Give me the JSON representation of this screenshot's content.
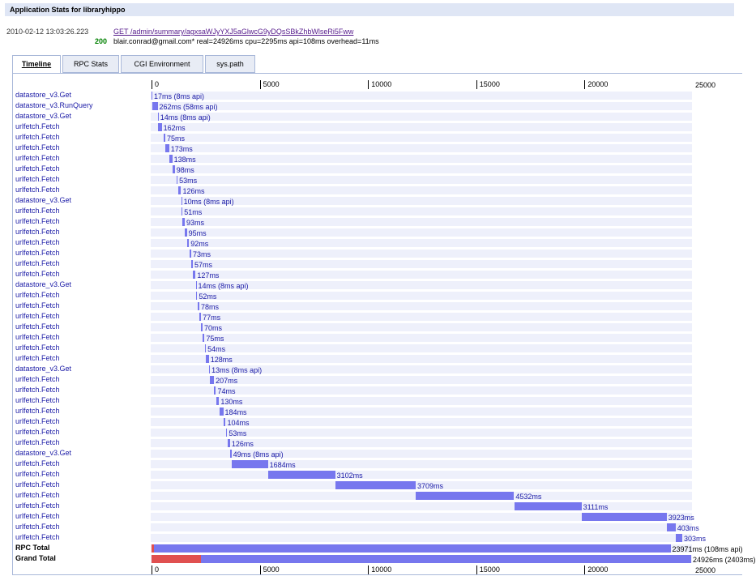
{
  "title": "Application Stats for libraryhippo",
  "request": {
    "timestamp": "2010-02-12 13:03:26.223",
    "link": "GET /admin/summary/agxsaWJyYXJ5aGlwcG9yDQsSBkZhbWlseRi5Fww",
    "status": "200",
    "meta": "blair.conrad@gmail.com* real=24926ms cpu=2295ms api=108ms overhead=11ms"
  },
  "tabs": [
    {
      "label": "Timeline",
      "active": true
    },
    {
      "label": "RPC Stats",
      "active": false
    },
    {
      "label": "CGI Environment",
      "active": false
    },
    {
      "label": "sys.path",
      "active": false
    }
  ],
  "axis": {
    "ticks": [
      "0",
      "5000",
      "10000",
      "15000",
      "20000"
    ],
    "end_label": "25000",
    "max": 25000
  },
  "rows": [
    {
      "name": "datastore_v3.Get",
      "start": 0,
      "dur": 17,
      "label": "17ms (8ms api)"
    },
    {
      "name": "datastore_v3.RunQuery",
      "start": 20,
      "dur": 262,
      "label": "262ms (58ms api)"
    },
    {
      "name": "datastore_v3.Get",
      "start": 290,
      "dur": 14,
      "label": "14ms (8ms api)"
    },
    {
      "name": "urlfetch.Fetch",
      "start": 310,
      "dur": 162,
      "label": "162ms"
    },
    {
      "name": "urlfetch.Fetch",
      "start": 560,
      "dur": 75,
      "label": "75ms"
    },
    {
      "name": "urlfetch.Fetch",
      "start": 640,
      "dur": 173,
      "label": "173ms"
    },
    {
      "name": "urlfetch.Fetch",
      "start": 820,
      "dur": 138,
      "label": "138ms"
    },
    {
      "name": "urlfetch.Fetch",
      "start": 980,
      "dur": 98,
      "label": "98ms"
    },
    {
      "name": "urlfetch.Fetch",
      "start": 1150,
      "dur": 53,
      "label": "53ms"
    },
    {
      "name": "urlfetch.Fetch",
      "start": 1240,
      "dur": 126,
      "label": "126ms"
    },
    {
      "name": "datastore_v3.Get",
      "start": 1370,
      "dur": 10,
      "label": "10ms (8ms api)"
    },
    {
      "name": "urlfetch.Fetch",
      "start": 1380,
      "dur": 51,
      "label": "51ms"
    },
    {
      "name": "urlfetch.Fetch",
      "start": 1440,
      "dur": 93,
      "label": "93ms"
    },
    {
      "name": "urlfetch.Fetch",
      "start": 1540,
      "dur": 95,
      "label": "95ms"
    },
    {
      "name": "urlfetch.Fetch",
      "start": 1640,
      "dur": 92,
      "label": "92ms"
    },
    {
      "name": "urlfetch.Fetch",
      "start": 1760,
      "dur": 73,
      "label": "73ms"
    },
    {
      "name": "urlfetch.Fetch",
      "start": 1850,
      "dur": 57,
      "label": "57ms"
    },
    {
      "name": "urlfetch.Fetch",
      "start": 1910,
      "dur": 127,
      "label": "127ms"
    },
    {
      "name": "datastore_v3.Get",
      "start": 2040,
      "dur": 14,
      "label": "14ms (8ms api)"
    },
    {
      "name": "urlfetch.Fetch",
      "start": 2060,
      "dur": 52,
      "label": "52ms"
    },
    {
      "name": "urlfetch.Fetch",
      "start": 2130,
      "dur": 78,
      "label": "78ms"
    },
    {
      "name": "urlfetch.Fetch",
      "start": 2210,
      "dur": 77,
      "label": "77ms"
    },
    {
      "name": "urlfetch.Fetch",
      "start": 2290,
      "dur": 70,
      "label": "70ms"
    },
    {
      "name": "urlfetch.Fetch",
      "start": 2370,
      "dur": 75,
      "label": "75ms"
    },
    {
      "name": "urlfetch.Fetch",
      "start": 2460,
      "dur": 54,
      "label": "54ms"
    },
    {
      "name": "urlfetch.Fetch",
      "start": 2520,
      "dur": 128,
      "label": "128ms"
    },
    {
      "name": "datastore_v3.Get",
      "start": 2660,
      "dur": 13,
      "label": "13ms (8ms api)"
    },
    {
      "name": "urlfetch.Fetch",
      "start": 2680,
      "dur": 207,
      "label": "207ms"
    },
    {
      "name": "urlfetch.Fetch",
      "start": 2900,
      "dur": 74,
      "label": "74ms"
    },
    {
      "name": "urlfetch.Fetch",
      "start": 2990,
      "dur": 130,
      "label": "130ms"
    },
    {
      "name": "urlfetch.Fetch",
      "start": 3130,
      "dur": 184,
      "label": "184ms"
    },
    {
      "name": "urlfetch.Fetch",
      "start": 3320,
      "dur": 104,
      "label": "104ms"
    },
    {
      "name": "urlfetch.Fetch",
      "start": 3440,
      "dur": 53,
      "label": "53ms"
    },
    {
      "name": "urlfetch.Fetch",
      "start": 3500,
      "dur": 126,
      "label": "126ms"
    },
    {
      "name": "datastore_v3.Get",
      "start": 3640,
      "dur": 49,
      "label": "49ms (8ms api)"
    },
    {
      "name": "urlfetch.Fetch",
      "start": 3690,
      "dur": 1684,
      "label": "1684ms"
    },
    {
      "name": "urlfetch.Fetch",
      "start": 5380,
      "dur": 3102,
      "label": "3102ms"
    },
    {
      "name": "urlfetch.Fetch",
      "start": 8490,
      "dur": 3709,
      "label": "3709ms"
    },
    {
      "name": "urlfetch.Fetch",
      "start": 12210,
      "dur": 4532,
      "label": "4532ms"
    },
    {
      "name": "urlfetch.Fetch",
      "start": 16750,
      "dur": 3111,
      "label": "3111ms"
    },
    {
      "name": "urlfetch.Fetch",
      "start": 19870,
      "dur": 3923,
      "label": "3923ms"
    },
    {
      "name": "urlfetch.Fetch",
      "start": 23800,
      "dur": 403,
      "label": "403ms"
    },
    {
      "name": "urlfetch.Fetch",
      "start": 24210,
      "dur": 303,
      "label": "303ms"
    }
  ],
  "totals": [
    {
      "name": "RPC Total",
      "start": 0,
      "dur": 23971,
      "api": 108,
      "label": "23971ms (108ms api)"
    },
    {
      "name": "Grand Total",
      "start": 0,
      "dur": 24926,
      "api": 2295,
      "label": "24926ms (2403ms)"
    }
  ],
  "colors": {
    "bar": "#7777ee",
    "api": "#e05050",
    "track": "#eef0fb",
    "link": "#1a1aa6"
  }
}
